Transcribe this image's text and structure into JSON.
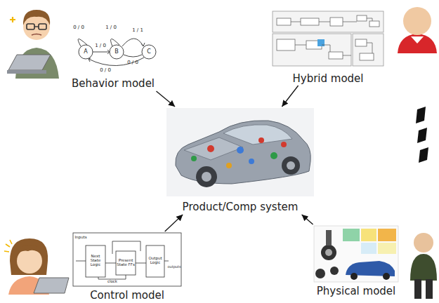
{
  "diagram": {
    "nodes": [
      {
        "text": [
          "Behavior model"
        ]
      },
      {
        "text": [
          "Hybrid model"
        ]
      },
      {
        "text": [
          "Product/Comp system"
        ]
      },
      {
        "text": [
          "Control model"
        ]
      },
      {
        "text": [
          "Physical model"
        ]
      }
    ],
    "edges": [
      {
        "from": 0,
        "to": 2,
        "arrow": "to"
      },
      {
        "from": 1,
        "to": 2,
        "arrow": "to"
      },
      {
        "from": 3,
        "to": 2,
        "arrow": "to"
      },
      {
        "from": 4,
        "to": 2,
        "arrow": "to"
      }
    ],
    "labels": [
      "0 / 0",
      "1 / 0",
      "1 / 1",
      "1 / 0",
      "0 / 0",
      "A",
      "B",
      "C",
      "0 / 0",
      "Inputs",
      "Next State Logic",
      "Present State FFs",
      "Output Logic",
      "outputs",
      "clock"
    ]
  }
}
